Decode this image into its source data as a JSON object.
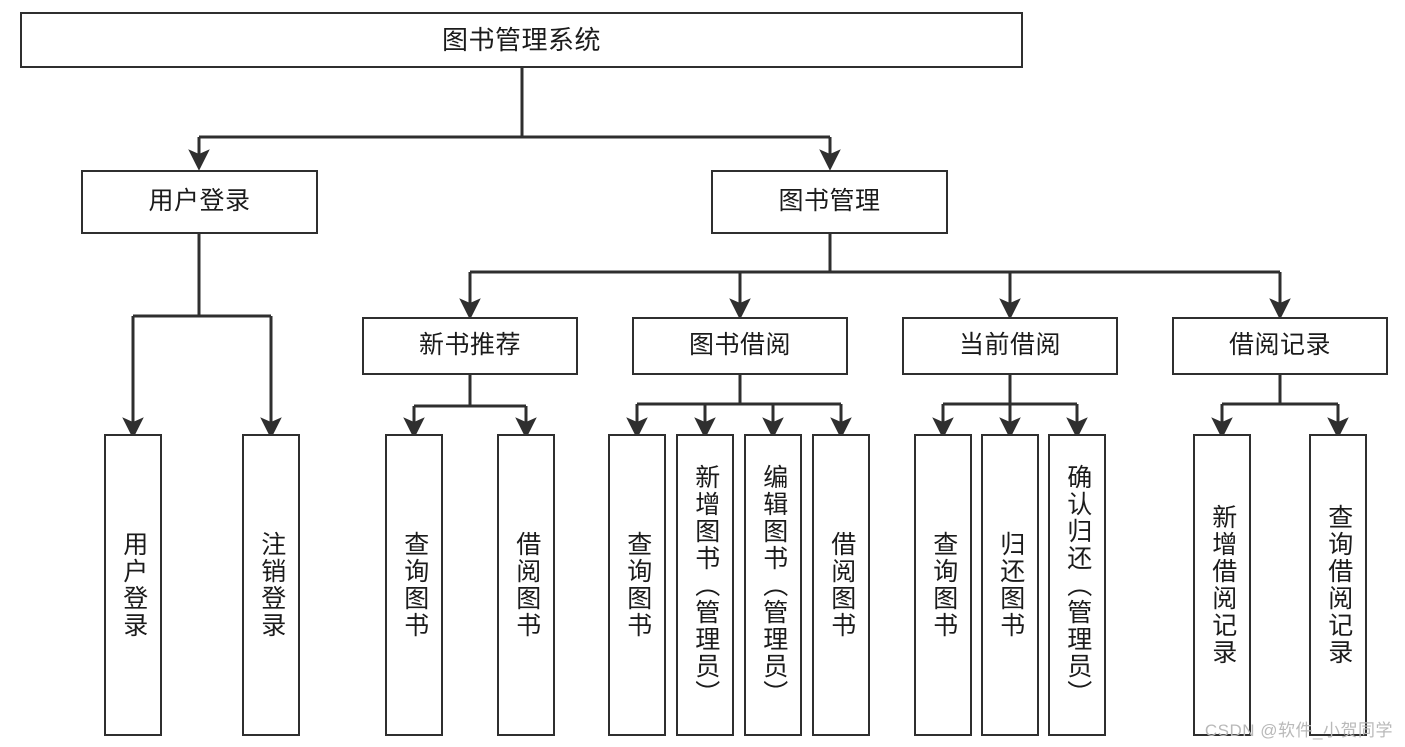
{
  "diagram": {
    "title": "图书管理系统",
    "type": "functional-structure-tree",
    "stroke_color": "#2f2f2f",
    "fill_color": "#ffffff",
    "text_color": "#1b1b1b"
  },
  "nodes": {
    "root": {
      "label": "图书管理系统"
    },
    "level2": [
      {
        "label": "用户登录"
      },
      {
        "label": "图书管理"
      }
    ],
    "level3": [
      {
        "label": "新书推荐"
      },
      {
        "label": "图书借阅"
      },
      {
        "label": "当前借阅"
      },
      {
        "label": "借阅记录"
      }
    ],
    "leaves": {
      "user_login": [
        {
          "label": "用户登录"
        },
        {
          "label": "注销登录"
        }
      ],
      "new_book": [
        {
          "label": "查询图书"
        },
        {
          "label": "借阅图书"
        }
      ],
      "book_borrow": [
        {
          "label": "查询图书"
        },
        {
          "label": "新增图书（管理员）"
        },
        {
          "label": "编辑图书（管理员）"
        },
        {
          "label": "借阅图书"
        }
      ],
      "current_borrow": [
        {
          "label": "查询图书"
        },
        {
          "label": "归还图书"
        },
        {
          "label": "确认归还（管理员）"
        }
      ],
      "borrow_record": [
        {
          "label": "新增借阅记录"
        },
        {
          "label": "查询借阅记录"
        }
      ]
    }
  },
  "watermark": {
    "text": "CSDN @软件_小贺同学"
  }
}
